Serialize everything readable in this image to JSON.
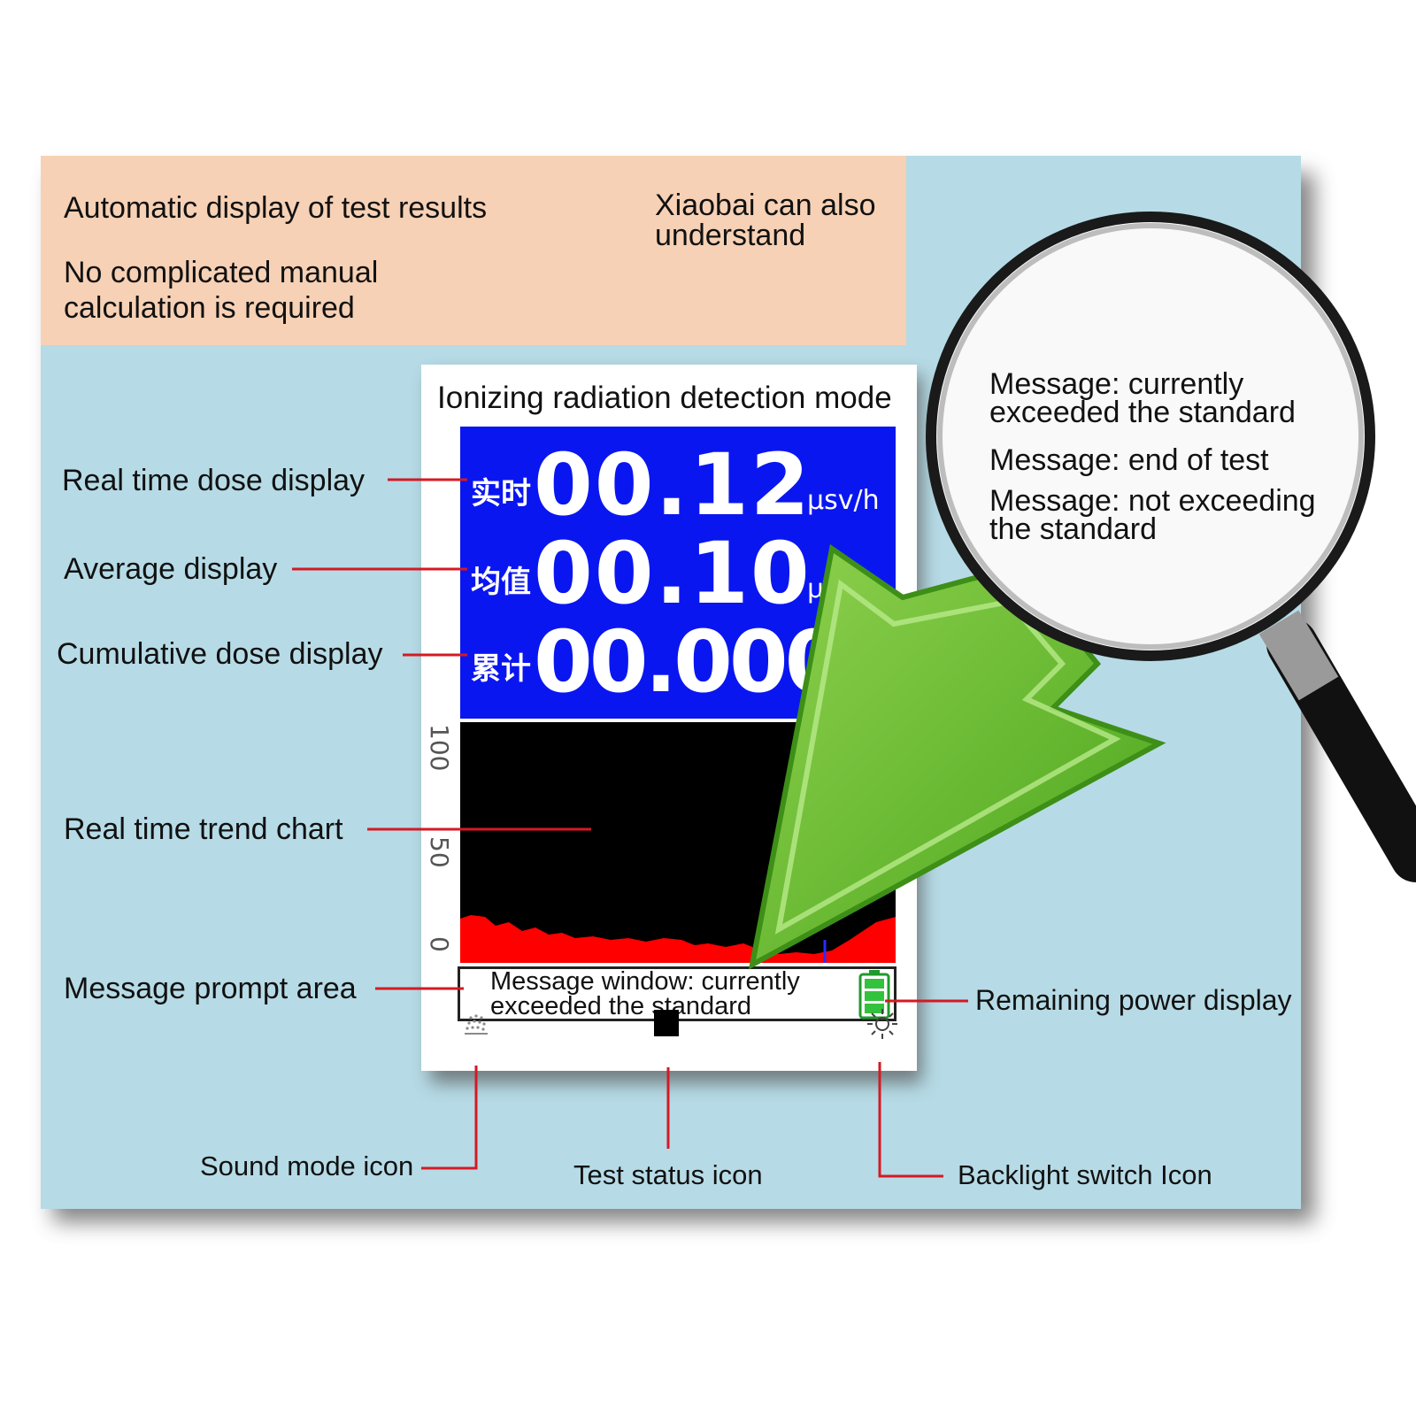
{
  "banner": {
    "line1": "Automatic display of test results",
    "line2": "Xiaobai can also understand",
    "line3": "No complicated manual calculation is required"
  },
  "device": {
    "mode_title": "Ionizing radiation detection mode",
    "realtime": {
      "cn_label": "实时",
      "value": "00.12",
      "unit": "μsv/h"
    },
    "average": {
      "cn_label": "均值",
      "value": "00.10",
      "unit": "μ"
    },
    "cumulative": {
      "cn_label": "累计",
      "value": "00.000"
    },
    "chart_axis": {
      "top": "100",
      "mid": "50",
      "bottom": "0"
    },
    "message_window": "Message window: currently exceeded the standard"
  },
  "callouts": {
    "realtime_dose": "Real time dose display",
    "average": "Average display",
    "cumulative": "Cumulative dose display",
    "trend_chart": "Real time trend chart",
    "message_area": "Message prompt area",
    "power": "Remaining power display",
    "sound": "Sound mode icon",
    "test_status": "Test status icon",
    "backlight": "Backlight switch Icon"
  },
  "magnifier": {
    "msg1": "Message: currently exceeded the standard",
    "msg2": "Message: end of test",
    "msg3": "Message: not exceeding the standard"
  },
  "icons": {
    "sound": "sound-icon",
    "status": "stop-square-icon",
    "backlight": "sun-icon",
    "battery": "battery-icon",
    "arrow": "green-arrow",
    "magnifier": "magnifying-glass"
  },
  "colors": {
    "banner": "#f7d1b5",
    "board": "#b6dbe6",
    "readout_bg": "#0a16f0",
    "callout_line": "#d41a24",
    "trend_fill": "#ff0000",
    "arrow_green": "#6fbf2a"
  }
}
